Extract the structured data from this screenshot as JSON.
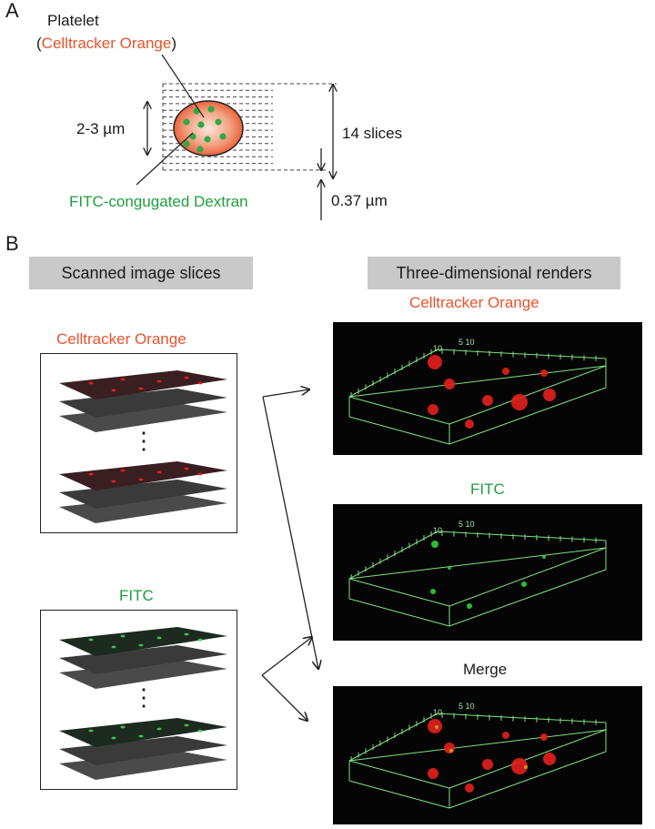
{
  "panel_a": {
    "letter": "A",
    "platelet_label": "Platelet",
    "paren_open": "(",
    "celltracker_label": "Celltracker Orange",
    "paren_close": ")",
    "size_label": "2-3 µm",
    "slices_label": "14 slices",
    "dextran_label": "FITC-congugated Dextran",
    "slice_thickness_label": "0.37 µm"
  },
  "panel_b": {
    "letter": "B",
    "left_header": "Scanned image slices",
    "right_header": "Three-dimensional renders",
    "left_stacks": [
      {
        "label": "Celltracker Orange",
        "color": "#e8532a"
      },
      {
        "label": "FITC",
        "color": "#1e9e3c"
      }
    ],
    "ellipsis": "⋮",
    "renders": [
      {
        "label": "Celltracker Orange",
        "color": "#e8532a",
        "ticks": "5 10",
        "tick0": "10"
      },
      {
        "label": "FITC",
        "color": "#1e9e3c",
        "ticks": "5 10",
        "tick0": "10"
      },
      {
        "label": "Merge",
        "color": "#1a1a1a",
        "ticks": "5 10",
        "tick0": "10"
      }
    ]
  },
  "colors": {
    "orange": "#e8532a",
    "green": "#1e9e3c",
    "header_gray": "#c9c9c9",
    "box_green": "#7fe07f",
    "spot_red": "#e0201c"
  }
}
